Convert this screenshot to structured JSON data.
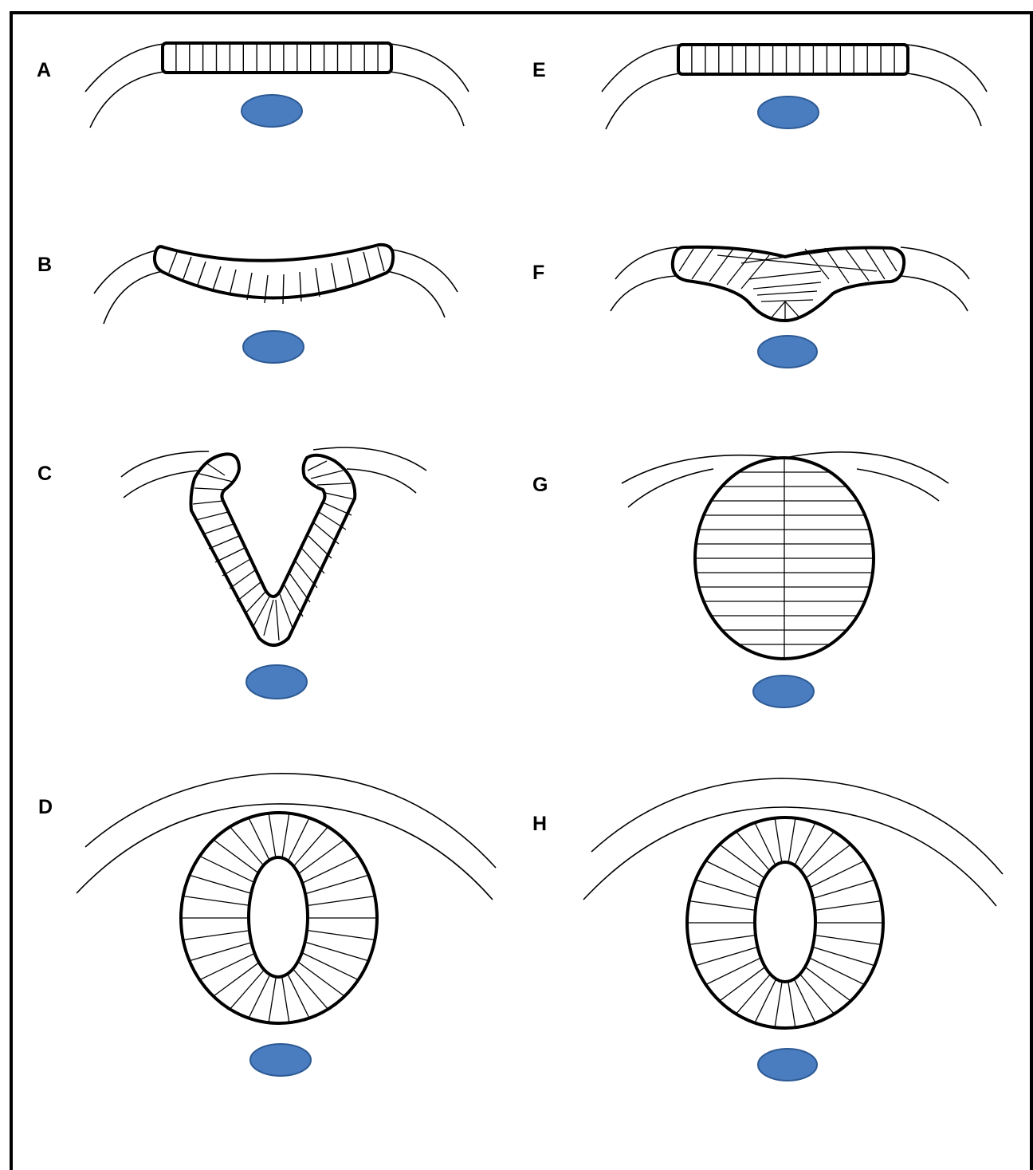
{
  "panels": [
    {
      "id": "A",
      "label": "A",
      "stage": "flat-plate"
    },
    {
      "id": "B",
      "label": "B",
      "stage": "shallow-groove"
    },
    {
      "id": "C",
      "label": "C",
      "stage": "deep-v-groove"
    },
    {
      "id": "D",
      "label": "D",
      "stage": "closed-tube"
    },
    {
      "id": "E",
      "label": "E",
      "stage": "flat-plate"
    },
    {
      "id": "F",
      "label": "F",
      "stage": "thickened-keel"
    },
    {
      "id": "G",
      "label": "G",
      "stage": "solid-rod"
    },
    {
      "id": "H",
      "label": "H",
      "stage": "cavitated-tube"
    }
  ],
  "colors": {
    "notochord_fill": "#4a7cc0",
    "notochord_stroke": "#2d5a94",
    "line": "#000000",
    "background": "#ffffff"
  }
}
